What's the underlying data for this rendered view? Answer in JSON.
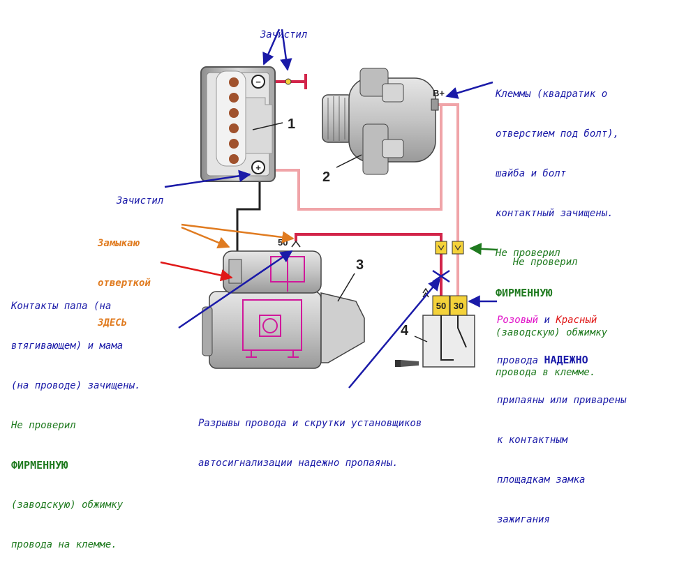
{
  "labels": {
    "battery": "1",
    "generator": "2",
    "starter": "3",
    "ignition_switch": "4",
    "terminal_b_plus": "B+",
    "terminal_50_starter": "50",
    "terminal_50": "50",
    "terminal_30": "30",
    "minus": "−",
    "plus": "+"
  },
  "notes": {
    "top_cleaned": "Зачистил",
    "battery_plus_cleaned": "Зачистил",
    "short_here": [
      "Замыкаю",
      "отверткой",
      "ЗДЕСЬ"
    ],
    "terminals_generator": {
      "blue": [
        "Клеммы (квадратик о",
        "отверстием под болт),",
        "шайба и болт",
        "контактный зачищены."
      ],
      "green1": "Не проверил",
      "green_bold": "ФИРМЕННУЮ",
      "green2": [
        "(заводскую) обжимку",
        "провода в клемме."
      ]
    },
    "not_checked": "Не проверил",
    "wires_note": {
      "pink": "Розовый",
      "and": " и ",
      "red": "Красный",
      "line1": "провода ",
      "line1_bold": "НАДЕЖНО",
      "rest": [
        "припаяны или приварены",
        "к контактным",
        "площадкам замка",
        "зажигания"
      ]
    },
    "contacts_starter": {
      "blue": [
        "Контакты папа (на",
        "втягивающем) и мама",
        "(на проводе) зачищены."
      ],
      "green1": "Не проверил",
      "green_bold": "ФИРМЕННУЮ",
      "green2": [
        "(заводскую) обжимку",
        "провода на клемме."
      ]
    },
    "breaks": [
      "Разрывы провода и скрутки установщиков",
      "автосигнализации надежно пропаяны."
    ]
  },
  "colors": {
    "wire_pink": "#f0a4a8",
    "wire_red": "#d2254a",
    "wire_black": "#222222",
    "arrow_blue": "#1a1aa8",
    "arrow_red": "#e01818",
    "arrow_orange": "#e07b20",
    "terminal_yellow": "#f4d23a",
    "coil_magenta": "#d0189a"
  }
}
